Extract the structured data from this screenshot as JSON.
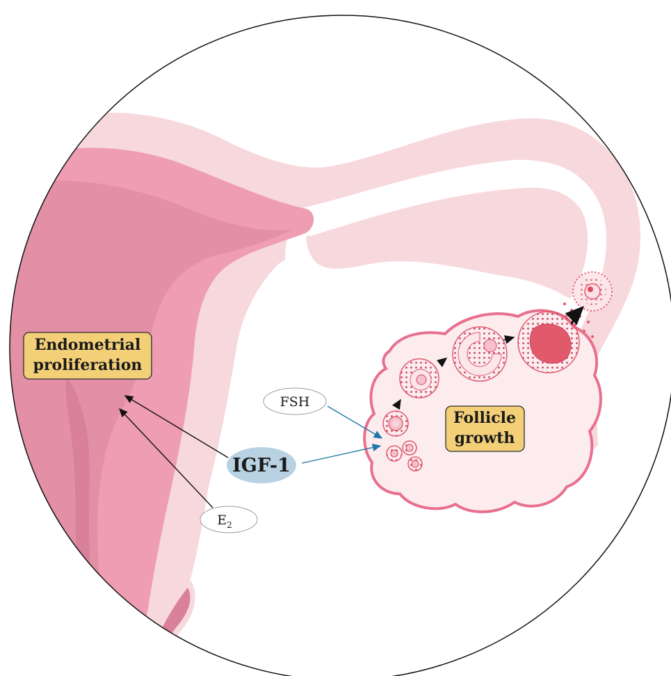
{
  "labels": {
    "endometrial": [
      "Endometrial",
      "proliferation"
    ],
    "follicle": [
      "Follicle",
      "growth"
    ],
    "fsh": "FSH",
    "igf1": "IGF-1",
    "e2_base": "E",
    "e2_sub": "2"
  },
  "colors": {
    "uterus_light": "#f7d8dc",
    "uterus_mid": "#ee9db2",
    "uterus_dark": "#e390a6",
    "uterus_deep": "#d9809a",
    "ovary_fill": "#fcecee",
    "ovary_stroke": "#e8708e",
    "follicle_red": "#e05a6c",
    "label_box": "#f3cf78",
    "igf1_fill": "#b8d2e4",
    "arrow_blue": "#1f77a8",
    "arrow_black": "#111111"
  }
}
